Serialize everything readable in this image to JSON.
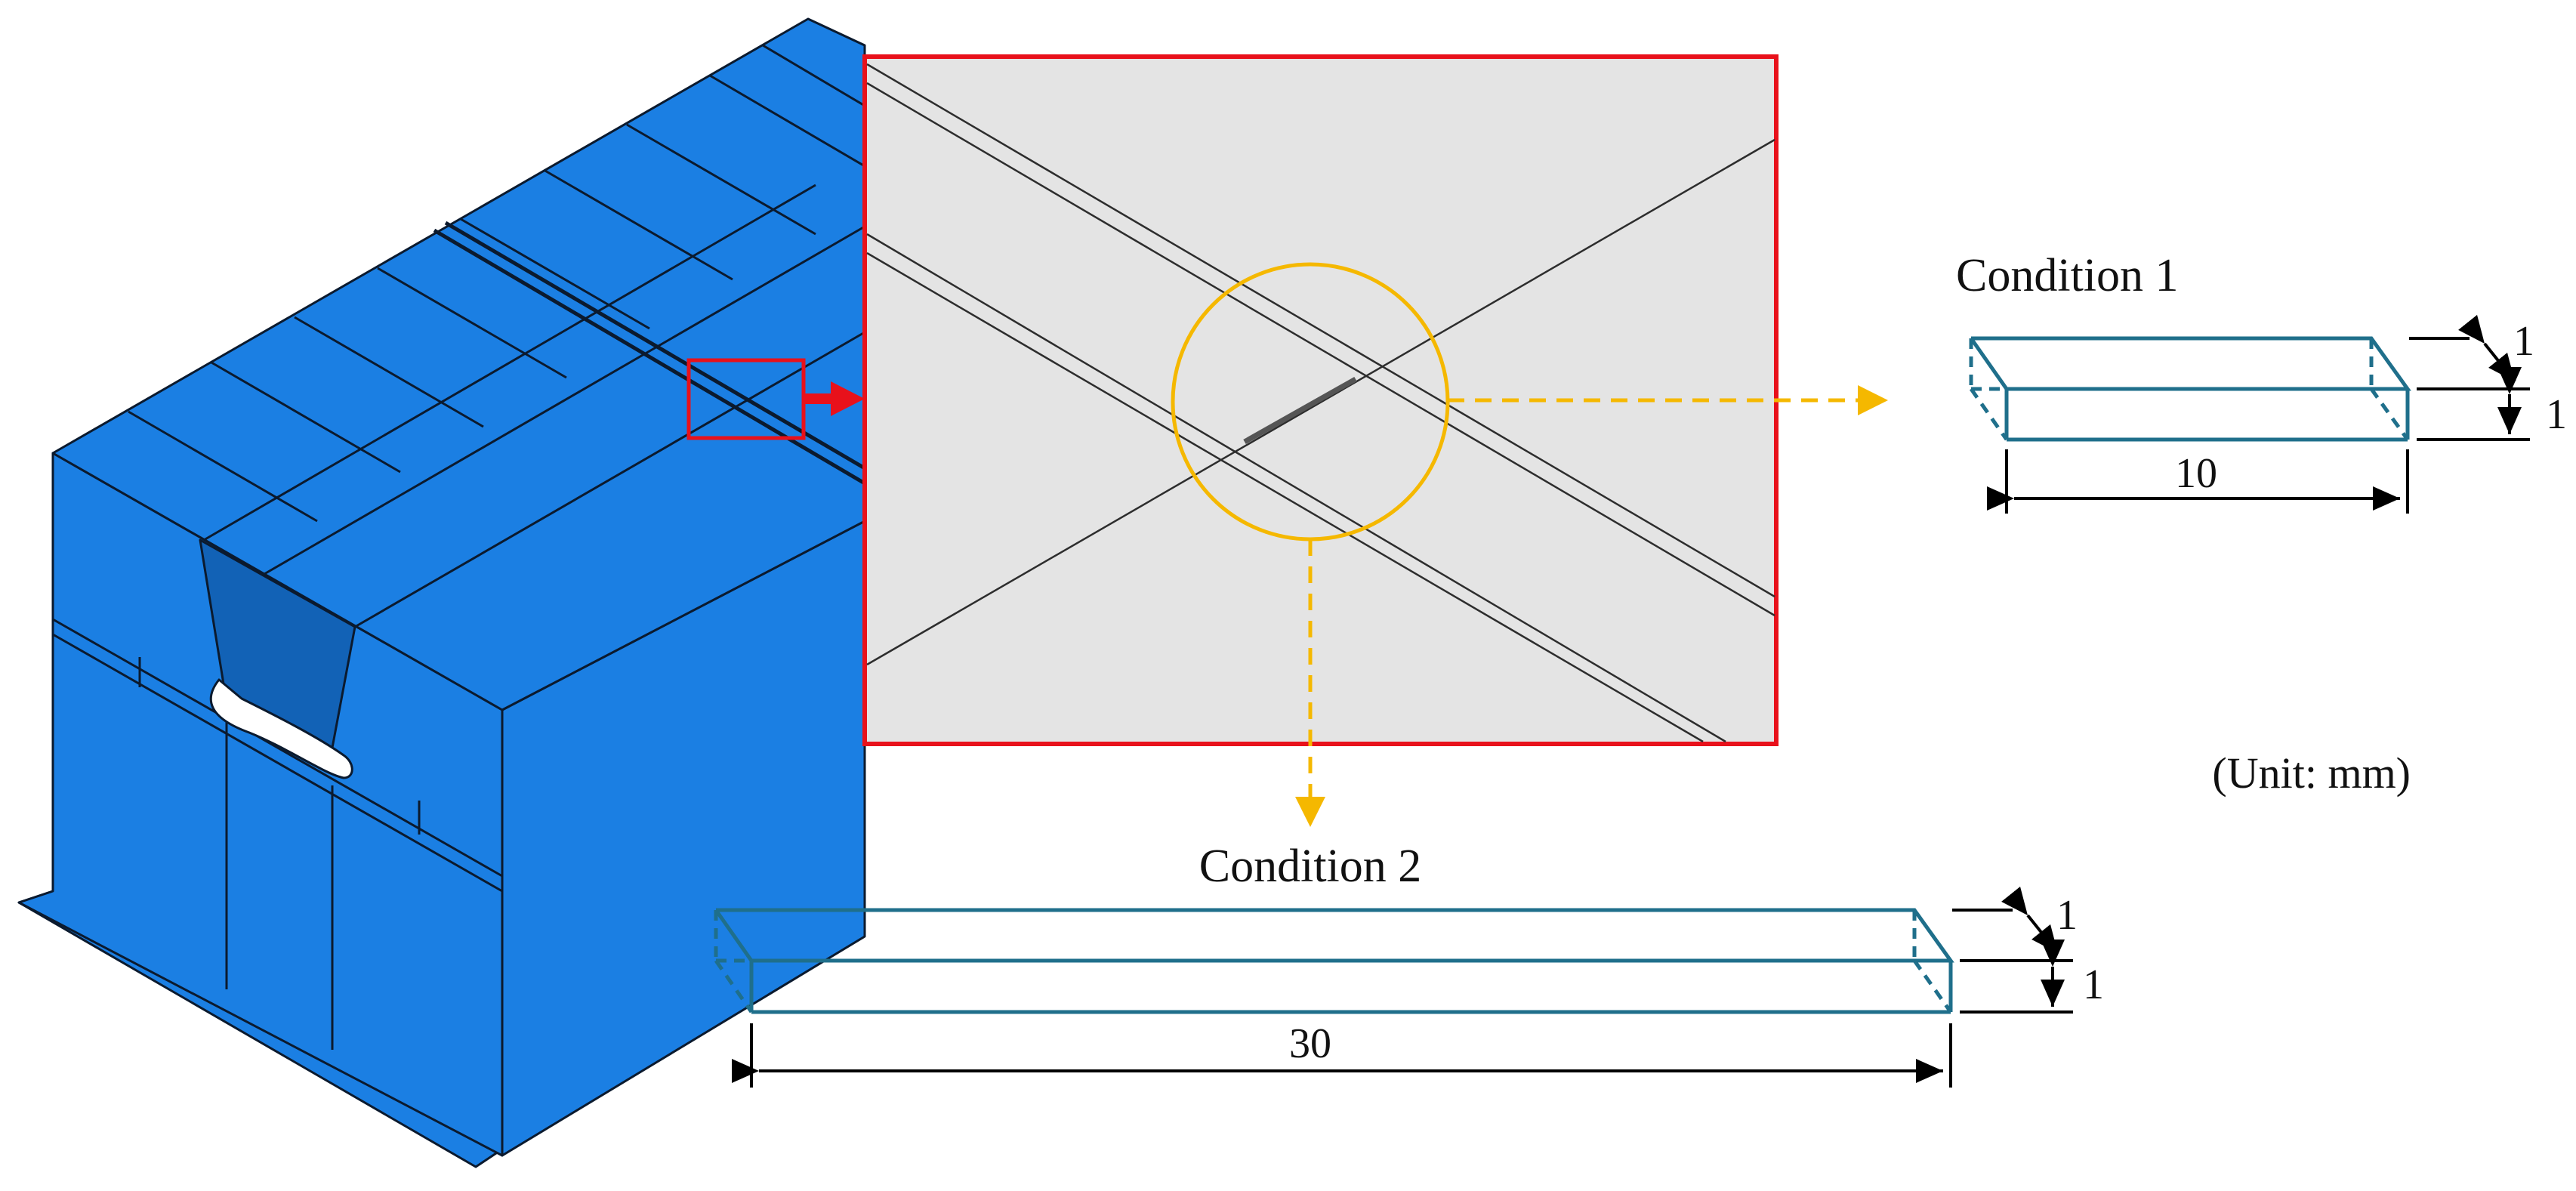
{
  "labels": {
    "condition1": "Condition 1",
    "condition2": "Condition 2",
    "unit": "(Unit: mm)"
  },
  "condition1_dims": {
    "length": "10",
    "width": "1",
    "depth": "1"
  },
  "condition2_dims": {
    "length": "30",
    "width": "1",
    "depth": "1"
  },
  "colors": {
    "structure": "#1b7fe3",
    "structure_edge": "#0b1a2e",
    "zoom_frame": "#e8111b",
    "zoom_background": "#e4e4e4",
    "highlight": "#f5b800",
    "crack_box": "#1f6f8b",
    "dimension": "#000000"
  }
}
